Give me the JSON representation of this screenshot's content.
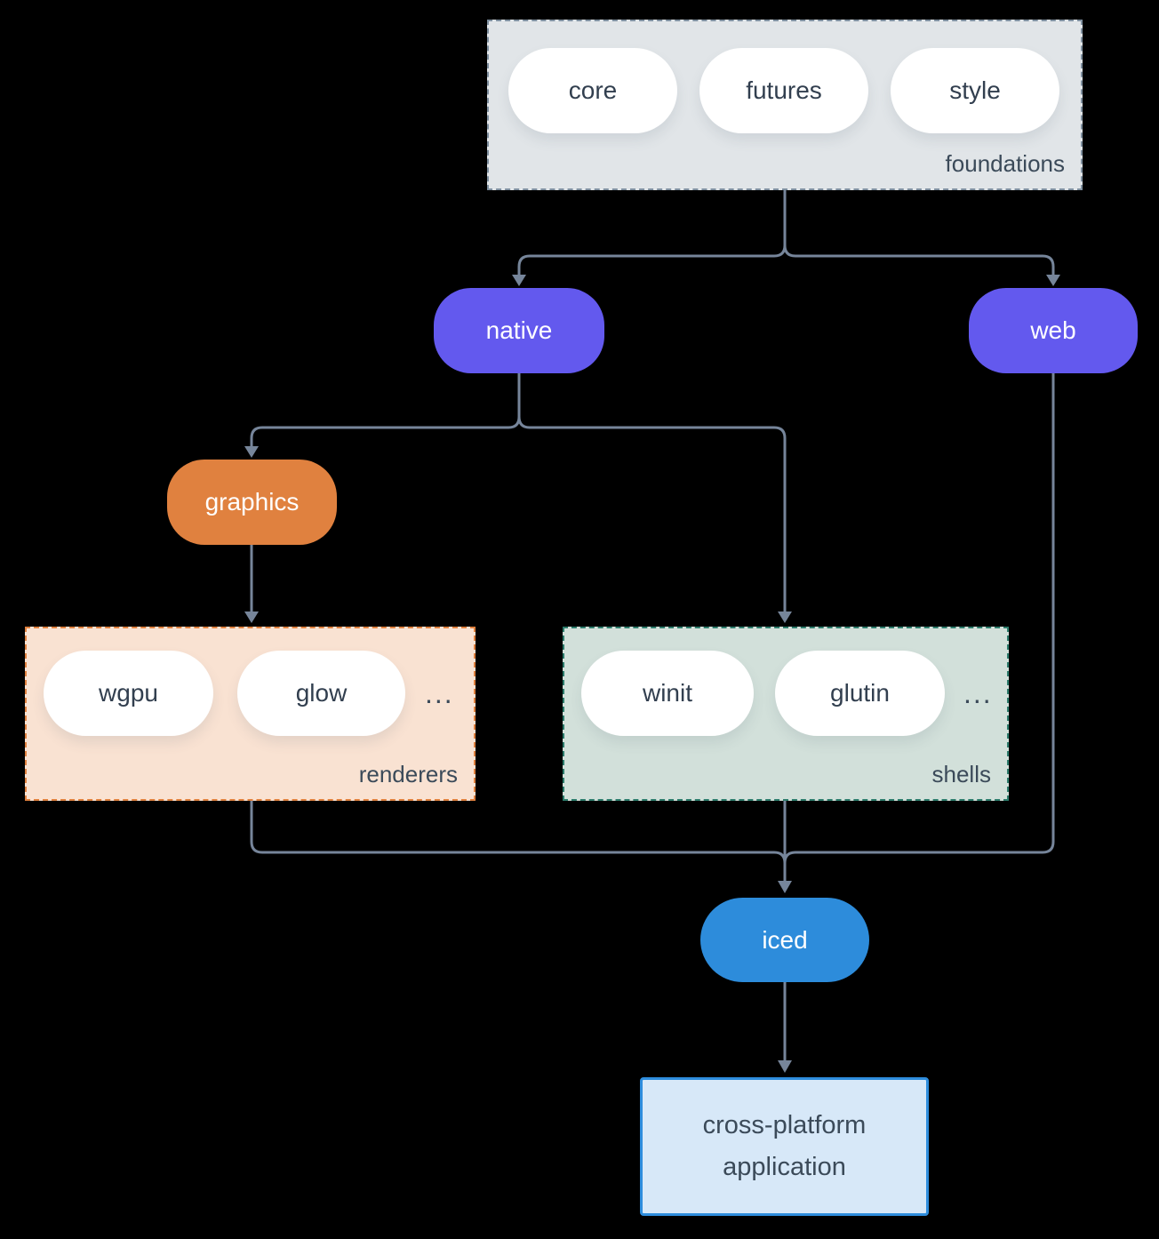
{
  "colors": {
    "background": "#000000",
    "line": "#76859a",
    "pill_text": "#323f4f",
    "label_text": "#3b4a59",
    "purple": "#6359ee",
    "orange": "#e0813f",
    "blue": "#2d8cdb",
    "foundations_fill": "#e1e5e8",
    "foundations_border": "#7f90a0",
    "renderers_fill": "#f9e2d2",
    "renderers_border": "#e0813f",
    "shells_fill": "#d2e0da",
    "shells_border": "#2d7c6c",
    "app_fill": "#d7e8f8",
    "app_border": "#2e8ddd"
  },
  "groups": {
    "foundations": {
      "label": "foundations",
      "items": [
        {
          "label": "core"
        },
        {
          "label": "futures"
        },
        {
          "label": "style"
        }
      ]
    },
    "renderers": {
      "label": "renderers",
      "ellipsis": "...",
      "items": [
        {
          "label": "wgpu"
        },
        {
          "label": "glow"
        }
      ]
    },
    "shells": {
      "label": "shells",
      "ellipsis": "...",
      "items": [
        {
          "label": "winit"
        },
        {
          "label": "glutin"
        }
      ]
    }
  },
  "nodes": {
    "native": {
      "label": "native"
    },
    "web": {
      "label": "web"
    },
    "graphics": {
      "label": "graphics"
    },
    "iced": {
      "label": "iced"
    },
    "application": {
      "line1": "cross-platform",
      "line2": "application"
    }
  }
}
